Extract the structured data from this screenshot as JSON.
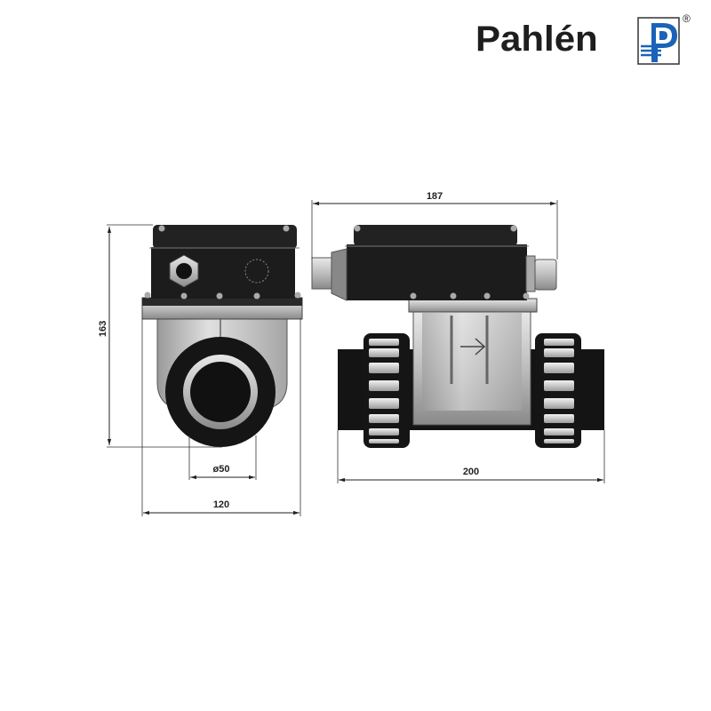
{
  "brand": {
    "name": "Pahlén",
    "registered_mark": "®",
    "colors": {
      "logo_blue": "#1a63b8",
      "logo_text": "#1e1e1e"
    }
  },
  "front_view": {
    "dimensions": {
      "height": "163",
      "width": "120",
      "pipe_diameter": "ø50"
    }
  },
  "side_view": {
    "dimensions": {
      "box_length": "187",
      "overall_length": "200"
    },
    "flow_arrow": "arrow-right-icon"
  }
}
